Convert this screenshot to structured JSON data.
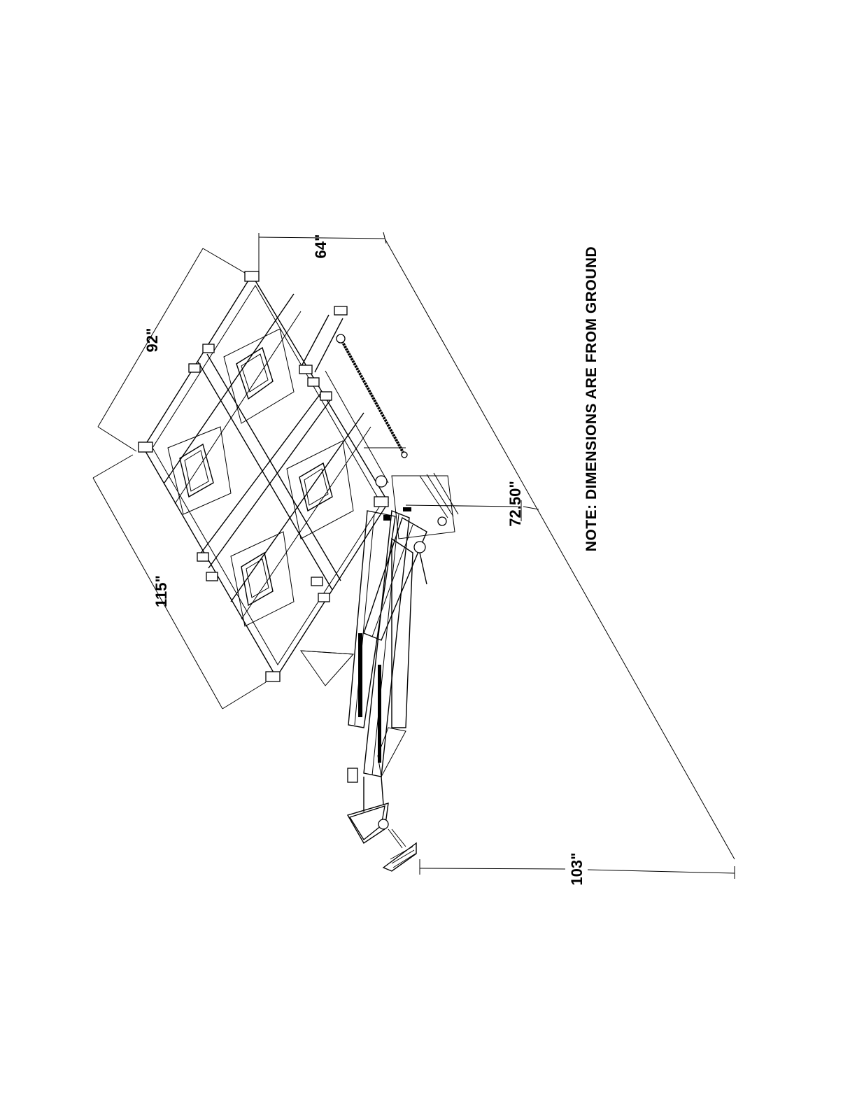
{
  "dimensions": {
    "width_top": "64\"",
    "length_upper_left": "92\"",
    "length_lower_left": "115\"",
    "height": "72.50\"",
    "overall_length": "103\""
  },
  "note": "NOTE: DIMENSIONS ARE FROM GROUND",
  "colors": {
    "line": "#000000",
    "background": "#ffffff"
  }
}
